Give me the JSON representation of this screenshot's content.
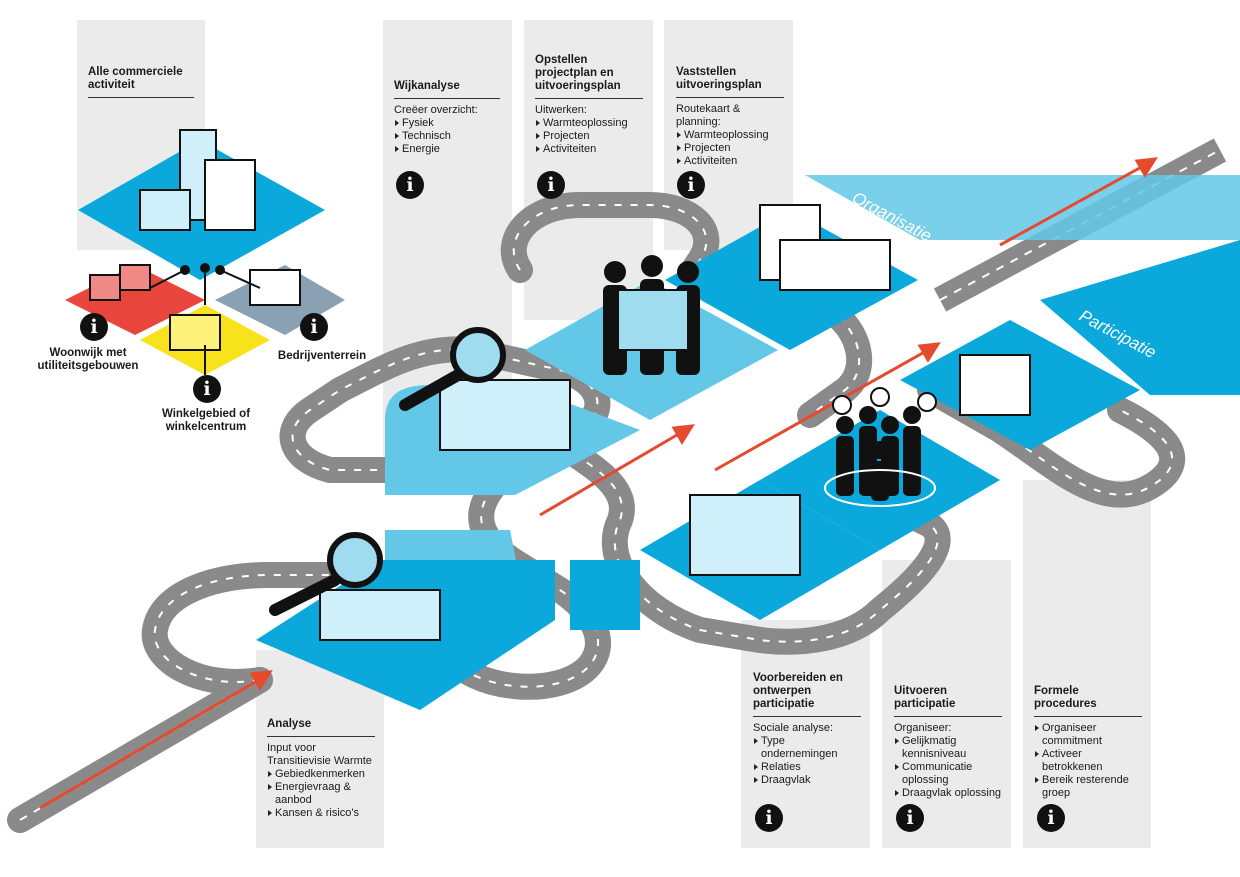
{
  "colors": {
    "panel_grey": "#ebebeb",
    "primary_blue": "#0aa8db",
    "light_blue": "#63c7e8",
    "road": "#8a8a8a",
    "arrow_red": "#e64a2e",
    "red_zone": "#e8453c",
    "yellow_zone": "#f8e21c",
    "grey_zone": "#8aa1b4"
  },
  "top_label": {
    "title": "Alle commerciele activiteit"
  },
  "zone_labels": {
    "woonwijk": "Woonwijk met utiliteitsgebouwen",
    "winkelgebied": "Winkelgebied of winkelcentrum",
    "bedrijventerrein": "Bedrijventerrein"
  },
  "tracks": {
    "organisatie": "Organisatie",
    "participatie": "Participatie"
  },
  "info_icon": "i",
  "panels": {
    "wijkanalyse": {
      "title": "Wijkanalyse",
      "lead": "Creëer overzicht:",
      "items": [
        "Fysiek",
        "Technisch",
        "Energie"
      ]
    },
    "opstellen": {
      "title": "Opstellen projectplan en uitvoeringsplan",
      "lead": "Uitwerken:",
      "items": [
        "Warmteoplossing",
        "Projecten",
        "Activiteiten"
      ]
    },
    "vaststellen": {
      "title": "Vaststellen uitvoeringsplan",
      "lead": "Routekaart & planning:",
      "items": [
        "Warmteoplossing",
        "Projecten",
        "Activiteiten"
      ]
    },
    "analyse": {
      "title": "Analyse",
      "lead": "Input voor Transitievisie Warmte",
      "items": [
        "Gebiedkenmerken",
        "Energievraag & aanbod",
        "Kansen & risico's"
      ]
    },
    "voorbereiden": {
      "title": "Voorbereiden en ontwerpen participatie",
      "lead": "Sociale analyse:",
      "items": [
        "Type ondernemingen",
        "Relaties",
        "Draagvlak"
      ]
    },
    "uitvoeren": {
      "title": "Uitvoeren participatie",
      "lead": "Organiseer:",
      "items": [
        "Gelijkmatig kennisniveau",
        "Communicatie oplossing",
        "Draagvlak oplossing"
      ]
    },
    "formele": {
      "title": "Formele procedures",
      "lead": "",
      "items": [
        "Organiseer commitment",
        "Activeer betrokkenen",
        "Bereik resterende groep"
      ]
    }
  }
}
